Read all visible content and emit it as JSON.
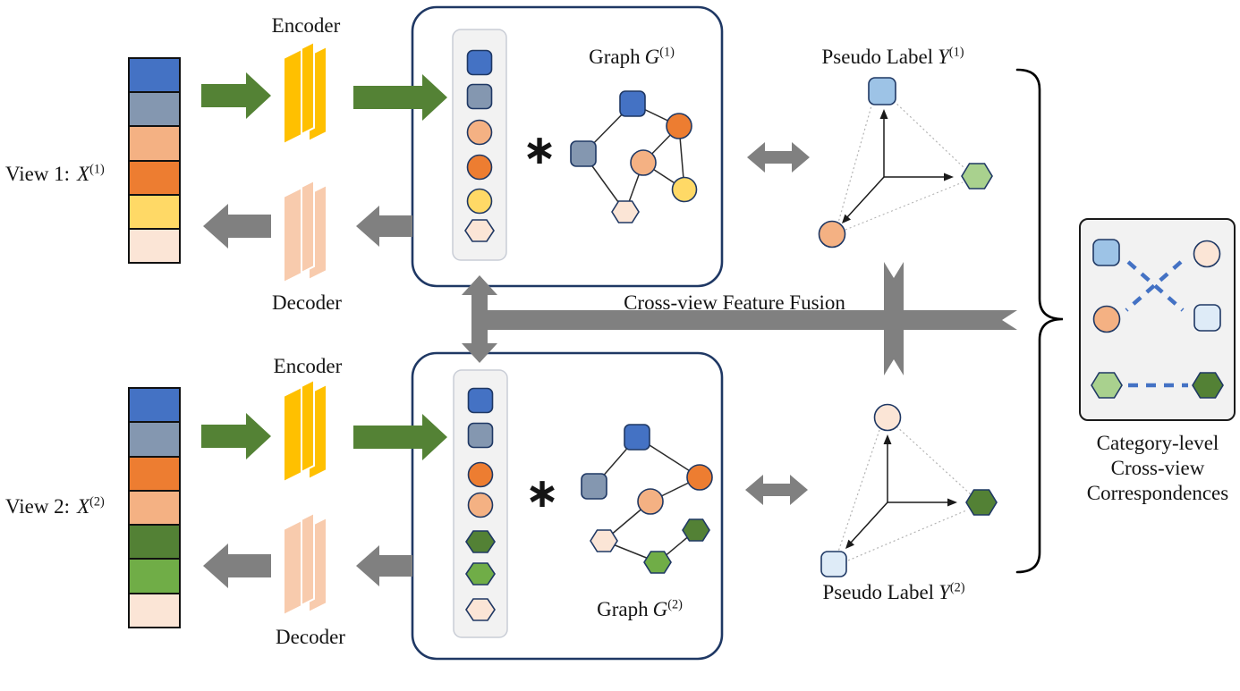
{
  "palette": {
    "blue": "#4472C4",
    "blue_gray": "#8497B0",
    "orange": "#ED7D31",
    "peach": "#F4B183",
    "yellow": "#FFD966",
    "cream": "#FBE5D6",
    "gold": "#FFC000",
    "decoder_peach": "#F8CBAD",
    "green_dark": "#538135",
    "green": "#70AD47",
    "green_light": "#A9D18E",
    "sky": "#9DC3E6",
    "sky_light": "#DEEBF7",
    "arrow_green": "#548235",
    "arrow_gray": "#808080",
    "navy": "#1F3864",
    "panel_bg": "#F2F2F2",
    "panel_border": "#C9CDD6",
    "dash_blue": "#4472C4",
    "edge": "#2B2B2B",
    "dotted": "#B3B3B3",
    "ink": "#141414"
  },
  "view1": {
    "prefix": "View 1:",
    "var": "X",
    "sup": "(1)",
    "stack_colors": [
      "blue",
      "blue_gray",
      "peach",
      "orange",
      "yellow",
      "cream"
    ]
  },
  "view2": {
    "prefix": "View 2:",
    "var": "X",
    "sup": "(2)",
    "stack_colors": [
      "blue",
      "blue_gray",
      "orange",
      "peach",
      "green_dark",
      "green",
      "cream"
    ]
  },
  "autoencoder": {
    "encoder_label": "Encoder",
    "decoder_label": "Decoder"
  },
  "graph1": {
    "prefix": "Graph",
    "var": "G",
    "sup": "(1)",
    "operator": "∗",
    "strip": [
      {
        "shape": "rounded-square",
        "color": "blue"
      },
      {
        "shape": "rounded-square",
        "color": "blue_gray"
      },
      {
        "shape": "circle",
        "color": "peach"
      },
      {
        "shape": "circle",
        "color": "orange"
      },
      {
        "shape": "circle",
        "color": "yellow"
      },
      {
        "shape": "hexagon",
        "color": "cream"
      }
    ],
    "nodes": [
      {
        "shape": "rounded-square",
        "color": "blue_gray"
      },
      {
        "shape": "rounded-square",
        "color": "blue"
      },
      {
        "shape": "circle",
        "color": "orange"
      },
      {
        "shape": "circle",
        "color": "peach"
      },
      {
        "shape": "circle",
        "color": "yellow"
      },
      {
        "shape": "hexagon",
        "color": "cream"
      }
    ],
    "edges": [
      [
        0,
        1
      ],
      [
        1,
        2
      ],
      [
        2,
        3
      ],
      [
        2,
        4
      ],
      [
        3,
        4
      ],
      [
        3,
        5
      ],
      [
        0,
        5
      ]
    ]
  },
  "graph2": {
    "prefix": "Graph",
    "var": "G",
    "sup": "(2)",
    "operator": "∗",
    "strip": [
      {
        "shape": "rounded-square",
        "color": "blue"
      },
      {
        "shape": "rounded-square",
        "color": "blue_gray"
      },
      {
        "shape": "circle",
        "color": "orange"
      },
      {
        "shape": "circle",
        "color": "peach"
      },
      {
        "shape": "hexagon",
        "color": "green_dark"
      },
      {
        "shape": "hexagon",
        "color": "green"
      },
      {
        "shape": "hexagon",
        "color": "cream"
      }
    ],
    "nodes": [
      {
        "shape": "rounded-square",
        "color": "blue_gray"
      },
      {
        "shape": "rounded-square",
        "color": "blue"
      },
      {
        "shape": "circle",
        "color": "orange"
      },
      {
        "shape": "circle",
        "color": "peach"
      },
      {
        "shape": "hexagon",
        "color": "cream"
      },
      {
        "shape": "hexagon",
        "color": "green"
      },
      {
        "shape": "hexagon",
        "color": "green_dark"
      }
    ],
    "edges": [
      [
        0,
        1
      ],
      [
        1,
        2
      ],
      [
        2,
        3
      ],
      [
        3,
        4
      ],
      [
        4,
        5
      ],
      [
        5,
        6
      ]
    ]
  },
  "pseudo1": {
    "prefix": "Pseudo Label",
    "var": "Y",
    "sup": "(1)",
    "points": [
      {
        "shape": "rounded-square",
        "color": "sky",
        "axis": "up"
      },
      {
        "shape": "hexagon",
        "color": "green_light",
        "axis": "right"
      },
      {
        "shape": "circle",
        "color": "peach",
        "axis": "down-left"
      }
    ]
  },
  "pseudo2": {
    "prefix": "Pseudo Label",
    "var": "Y",
    "sup": "(2)",
    "points": [
      {
        "shape": "circle",
        "color": "cream",
        "axis": "up"
      },
      {
        "shape": "hexagon",
        "color": "green_dark",
        "axis": "right"
      },
      {
        "shape": "rounded-square",
        "color": "sky_light",
        "axis": "down-left"
      }
    ]
  },
  "fusion": {
    "label": "Cross-view Feature Fusion"
  },
  "correspondences": {
    "caption_lines": [
      "Category-level",
      "Cross-view",
      "Correspondences"
    ],
    "pairs": [
      {
        "view1": {
          "shape": "rounded-square",
          "color": "sky"
        },
        "view2": {
          "shape": "circle",
          "color": "cream"
        },
        "link": "crossed-dashed"
      },
      {
        "view1": {
          "shape": "circle",
          "color": "peach"
        },
        "view2": {
          "shape": "rounded-square",
          "color": "sky_light"
        },
        "link": "crossed-dashed"
      },
      {
        "view1": {
          "shape": "hexagon",
          "color": "green_light"
        },
        "view2": {
          "shape": "hexagon",
          "color": "green_dark"
        },
        "link": "dashed"
      }
    ]
  }
}
